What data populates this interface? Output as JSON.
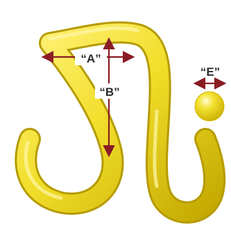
{
  "figure": {
    "label_a": "“A”",
    "label_b": "“B”",
    "label_e": "“E”",
    "colors": {
      "hook_yellow": "#f2de2a",
      "hook_shadow": "#c4a800",
      "hook_highlight": "#fff27a",
      "arrow_red": "#8a1c24",
      "label_dark": "#2b2b2b"
    }
  }
}
